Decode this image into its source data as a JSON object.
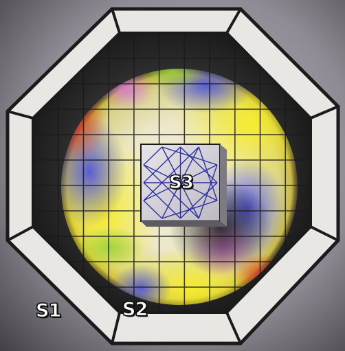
{
  "zones": {
    "outer_ring_label": "S1",
    "sphere_label": "S2",
    "center_block_label": "S3"
  },
  "grid": {
    "columns": 11,
    "rows": 11
  },
  "colors": {
    "background": "#8d8a92",
    "frame_fill": "#e9e7e4",
    "frame_outline": "#1b1b1b",
    "grid_line": "#1a1a1a",
    "pattern_line": "#2b2fa0",
    "label_text": "#ffffff"
  }
}
